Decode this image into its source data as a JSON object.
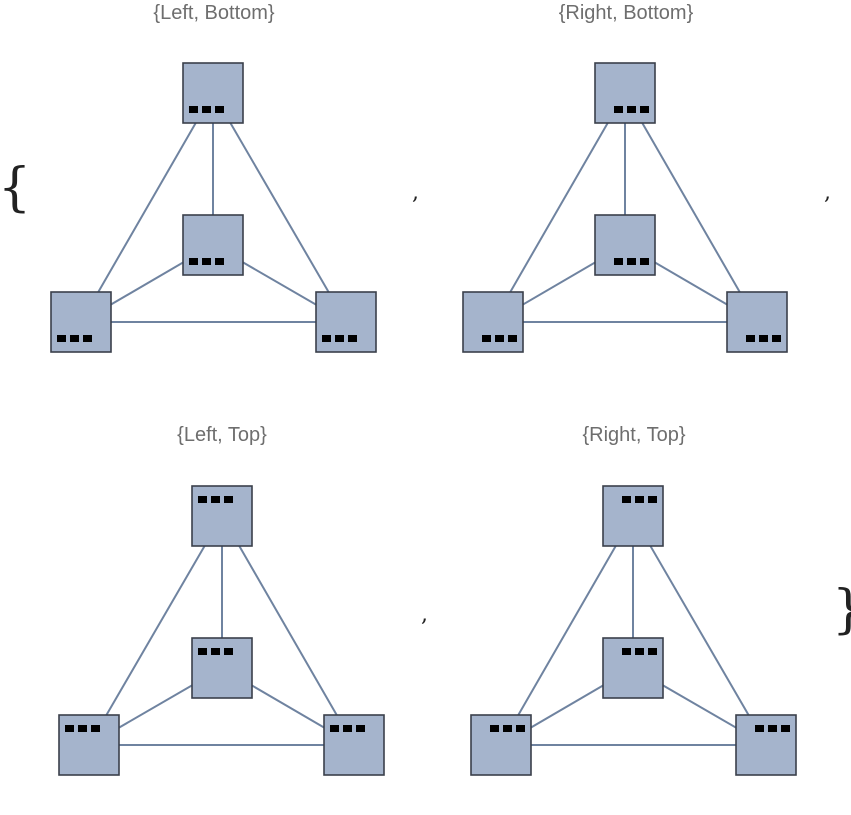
{
  "brackets": {
    "open": "{",
    "close": "}",
    "separator": ","
  },
  "panels": [
    {
      "caption": "{Left, Bottom}",
      "dot_align": "left-bottom"
    },
    {
      "caption": "{Right, Bottom}",
      "dot_align": "right-bottom"
    },
    {
      "caption": "{Left, Top}",
      "dot_align": "left-top"
    },
    {
      "caption": "{Right, Top}",
      "dot_align": "right-top"
    }
  ],
  "graph": {
    "nodes": [
      "top",
      "center",
      "bottom-left",
      "bottom-right"
    ],
    "edges": [
      [
        "top",
        "center"
      ],
      [
        "top",
        "bottom-left"
      ],
      [
        "top",
        "bottom-right"
      ],
      [
        "center",
        "bottom-left"
      ],
      [
        "center",
        "bottom-right"
      ],
      [
        "bottom-left",
        "bottom-right"
      ]
    ]
  },
  "colors": {
    "node_fill": "#a5b4cc",
    "node_stroke": "#3a3f4a",
    "edge": "#6f83a0",
    "caption": "#6e6e6e"
  }
}
